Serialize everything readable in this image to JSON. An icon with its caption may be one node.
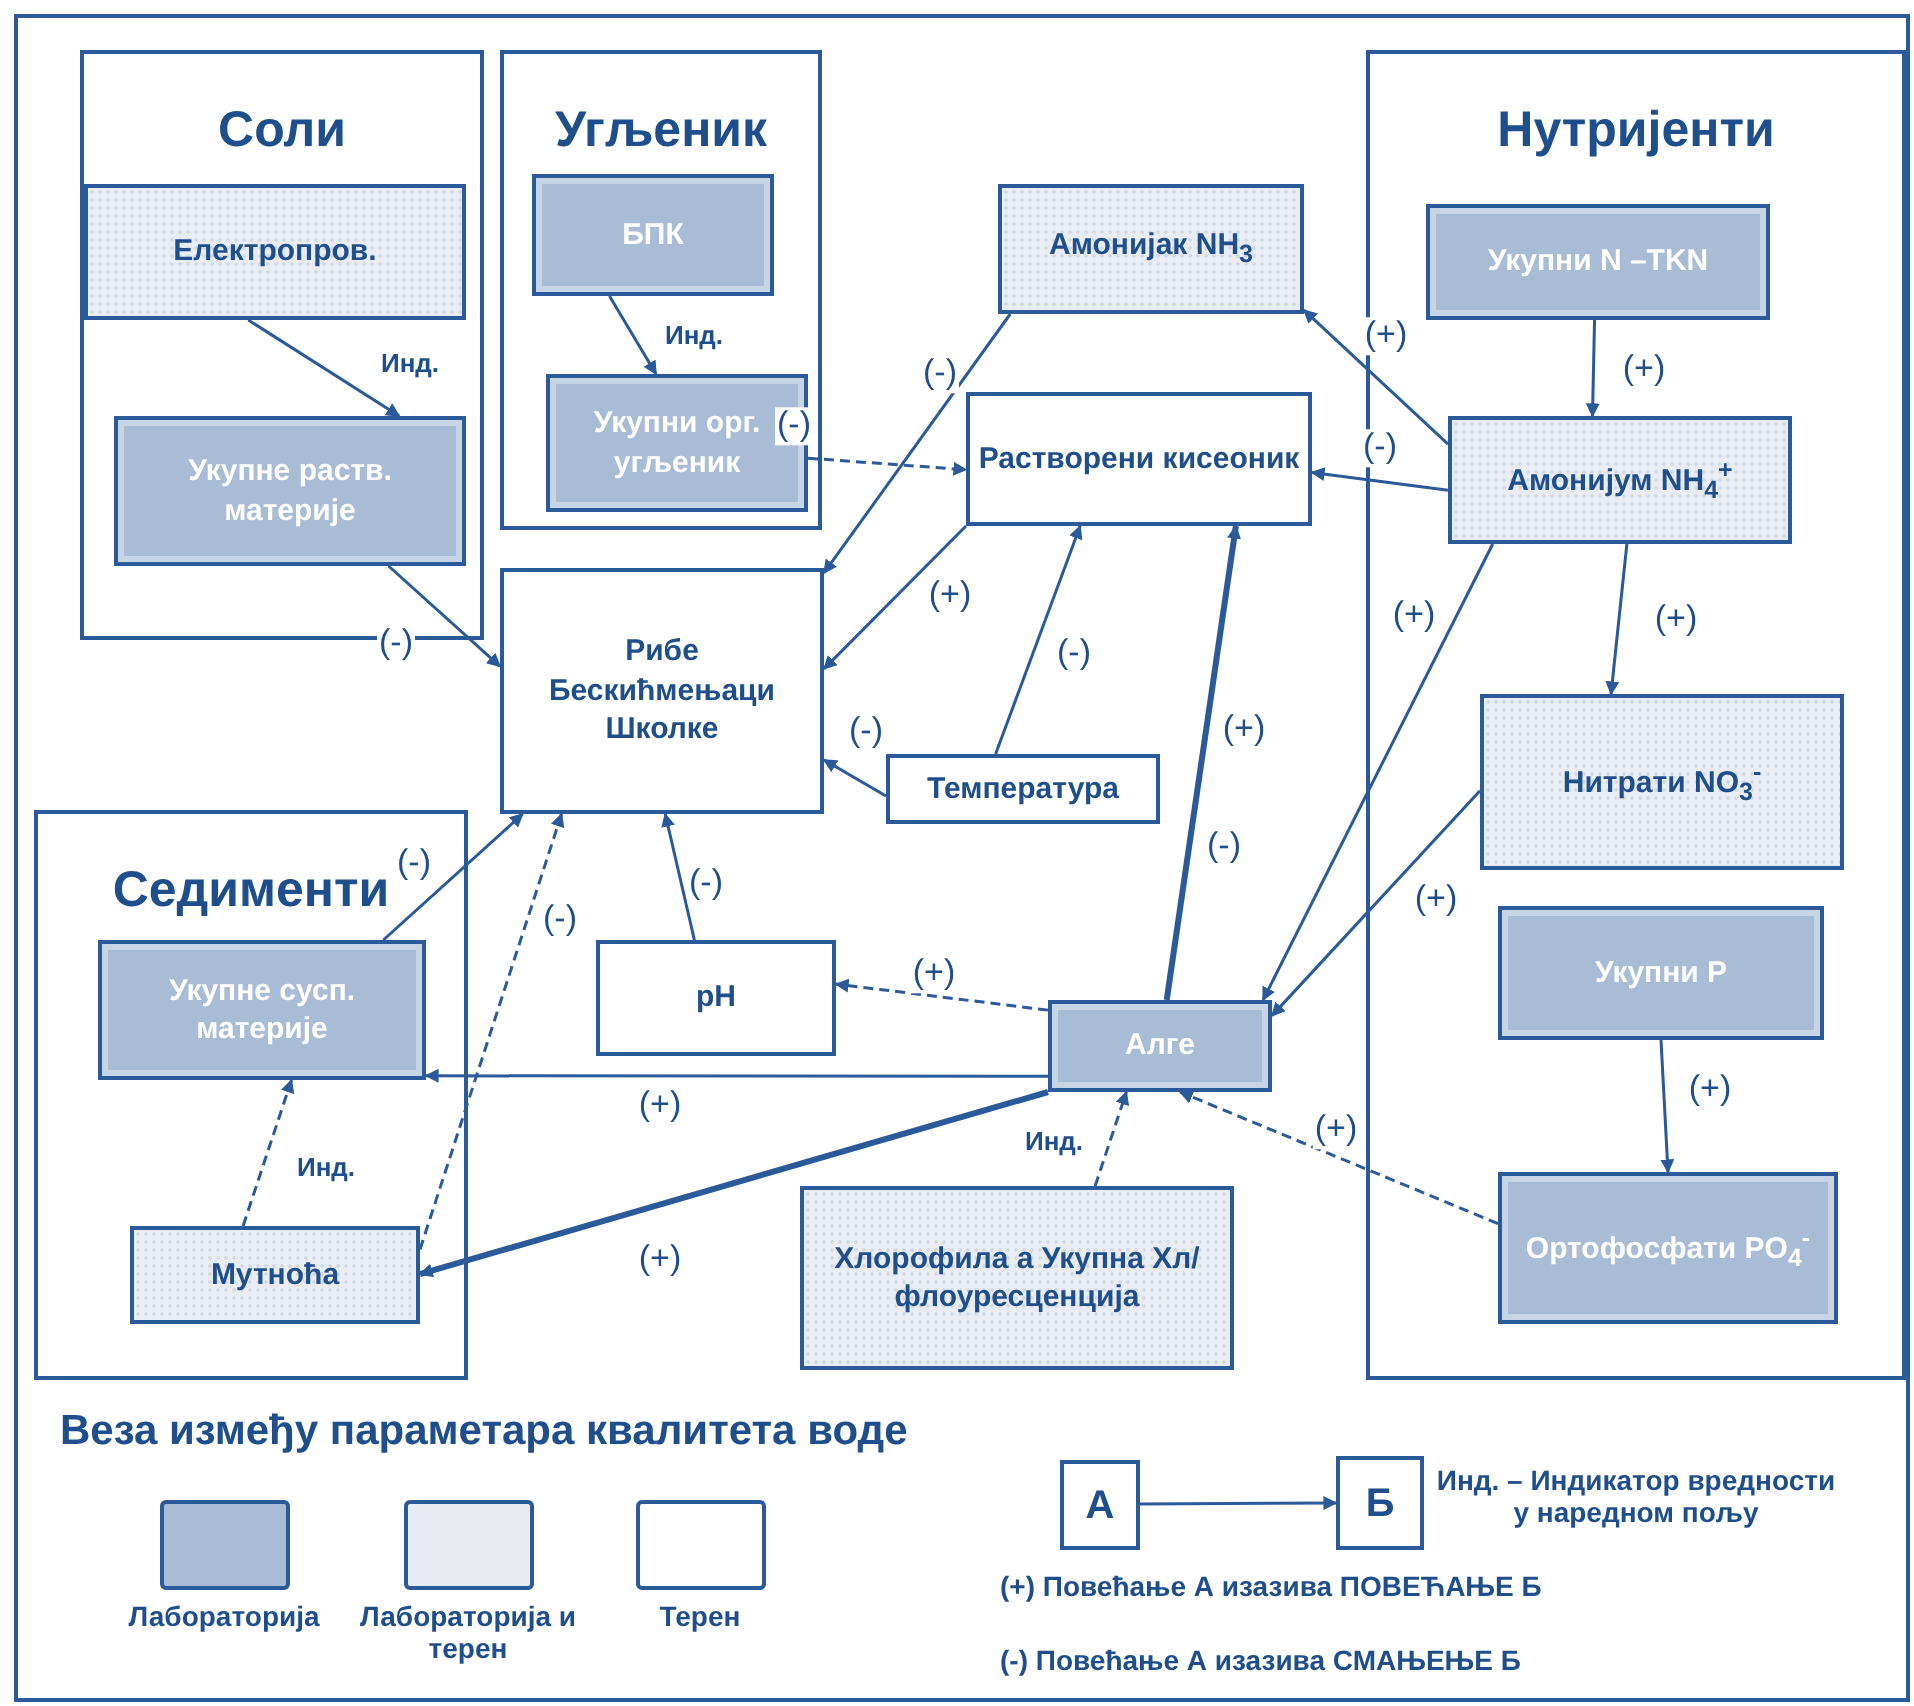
{
  "diagram": {
    "title": "Веза између параметара квалитета воде",
    "nodes": [
      {
        "text": [
          "Соли"
        ]
      },
      {
        "text": [
          "Електропров."
        ],
        "in": 0
      },
      {
        "text": [
          "Укупне раств. материје"
        ],
        "in": 0
      },
      {
        "text": [
          "Угљеник"
        ]
      },
      {
        "text": [
          "БПК"
        ],
        "in": 3
      },
      {
        "text": [
          "Укупни орг. угљеник"
        ],
        "in": 3
      },
      {
        "text": [
          "Амонијак NH$_{3}$"
        ]
      },
      {
        "text": [
          "Растворени кисеоник"
        ]
      },
      {
        "text": [
          "Нутријенти"
        ]
      },
      {
        "text": [
          "Укупни N –TKN"
        ],
        "in": 8
      },
      {
        "text": [
          "Амонијум NH$_{4}$$^{+}$"
        ],
        "in": 8
      },
      {
        "text": [
          "Нитрати NO$_{3}$$^{-}$"
        ],
        "in": 8
      },
      {
        "text": [
          "Укупни P"
        ],
        "in": 8
      },
      {
        "text": [
          "Ортофосфати PO$_{4}$$^{-}$"
        ],
        "in": 8
      },
      {
        "text": [
          "Рибе Бескићмењаци Школке"
        ]
      },
      {
        "text": [
          "Температура"
        ]
      },
      {
        "text": [
          "Седименти"
        ]
      },
      {
        "text": [
          "Укупне сусп. материје"
        ],
        "in": 16
      },
      {
        "text": [
          "Мутноћа"
        ],
        "in": 16
      },
      {
        "text": [
          "pH"
        ]
      },
      {
        "text": [
          "Алге"
        ]
      },
      {
        "text": [
          "Хлорофила а Укупна Хл/флоуресценција"
        ]
      },
      {
        "text": [
          "А"
        ]
      },
      {
        "text": [
          "Б"
        ]
      }
    ],
    "edges": [
      {
        "from": 1,
        "to": 2,
        "arrow": "to",
        "label": "Инд."
      },
      {
        "from": 4,
        "to": 5,
        "arrow": "to",
        "label": "Инд."
      },
      {
        "from": 2,
        "to": 14,
        "arrow": "to",
        "label": "(-)"
      },
      {
        "from": 5,
        "to": 7,
        "arrow": "to",
        "label": "(-)",
        "style": "dashed"
      },
      {
        "from": 6,
        "to": 14,
        "arrow": "to",
        "label": "(-)"
      },
      {
        "from": 7,
        "to": 14,
        "arrow": "to",
        "label": "(+)"
      },
      {
        "from": 15,
        "to": 14,
        "arrow": "to",
        "label": "(-)"
      },
      {
        "from": 15,
        "to": 7,
        "arrow": "to",
        "label": "(-)"
      },
      {
        "from": 10,
        "to": 6,
        "arrow": "to",
        "label": "(+)"
      },
      {
        "from": 10,
        "to": 7,
        "arrow": "to",
        "label": "(-)"
      },
      {
        "from": 9,
        "to": 10,
        "arrow": "to",
        "label": "(+)"
      },
      {
        "from": 10,
        "to": 11,
        "arrow": "to",
        "label": "(+)"
      },
      {
        "from": 10,
        "to": 20,
        "arrow": "to",
        "label": "(+)"
      },
      {
        "from": 11,
        "to": 20,
        "arrow": "to",
        "label": "(+)"
      },
      {
        "from": 20,
        "to": 7,
        "arrow": "to",
        "label": "(+)",
        "style": "thick"
      },
      {
        "from": 12,
        "to": 13,
        "arrow": "to",
        "label": "(+)"
      },
      {
        "from": 13,
        "to": 20,
        "arrow": "to",
        "label": "(+)",
        "style": "dashed"
      },
      {
        "from": 21,
        "to": 20,
        "arrow": "to",
        "label": "Инд.",
        "style": "dashed"
      },
      {
        "from": 20,
        "to": 19,
        "arrow": "to",
        "label": "(+)",
        "style": "dashed"
      },
      {
        "from": 20,
        "to": 17,
        "arrow": "to",
        "label": "(+)"
      },
      {
        "from": 20,
        "to": 18,
        "arrow": "to",
        "label": "(+)",
        "style": "thick"
      },
      {
        "from": 18,
        "to": 17,
        "arrow": "to",
        "label": "Инд.",
        "style": "dashed"
      },
      {
        "from": 18,
        "to": 14,
        "arrow": "to",
        "label": "(-)",
        "style": "dashed"
      },
      {
        "from": 17,
        "to": 14,
        "arrow": "to",
        "label": "(-)"
      },
      {
        "from": 19,
        "to": 14,
        "arrow": "to",
        "label": "(-)"
      },
      {
        "from": 22,
        "to": 23,
        "arrow": "to"
      }
    ],
    "labels": [
      "(-)",
      "Инд. – Индикатор вредности у наредном пољу",
      "(+) Повећање А изазива ПОВЕЋАЊЕ Б",
      "(-) Повећање А изазива СМАЊЕЊЕ Б"
    ],
    "legend": [
      {
        "text": "Лабораторија",
        "color": "#a9bcd6"
      },
      {
        "text": "Лабораторија и терен",
        "color": "#e9edf3"
      },
      {
        "text": "Терен",
        "color": "#ffffff"
      }
    ]
  }
}
